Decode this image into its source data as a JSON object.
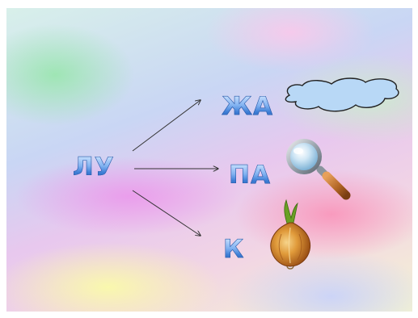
{
  "slide": {
    "source_word": "ЛУ",
    "targets": [
      {
        "syllable": "ЖА",
        "picture": "puddle-icon"
      },
      {
        "syllable": "ПА",
        "picture": "magnifier-icon"
      },
      {
        "syllable": "К",
        "picture": "onion-icon"
      }
    ]
  },
  "colors": {
    "syllable_blue": "#3e7fd6",
    "puddle_fill": "#b8d8f6",
    "arrow": "#333333"
  }
}
